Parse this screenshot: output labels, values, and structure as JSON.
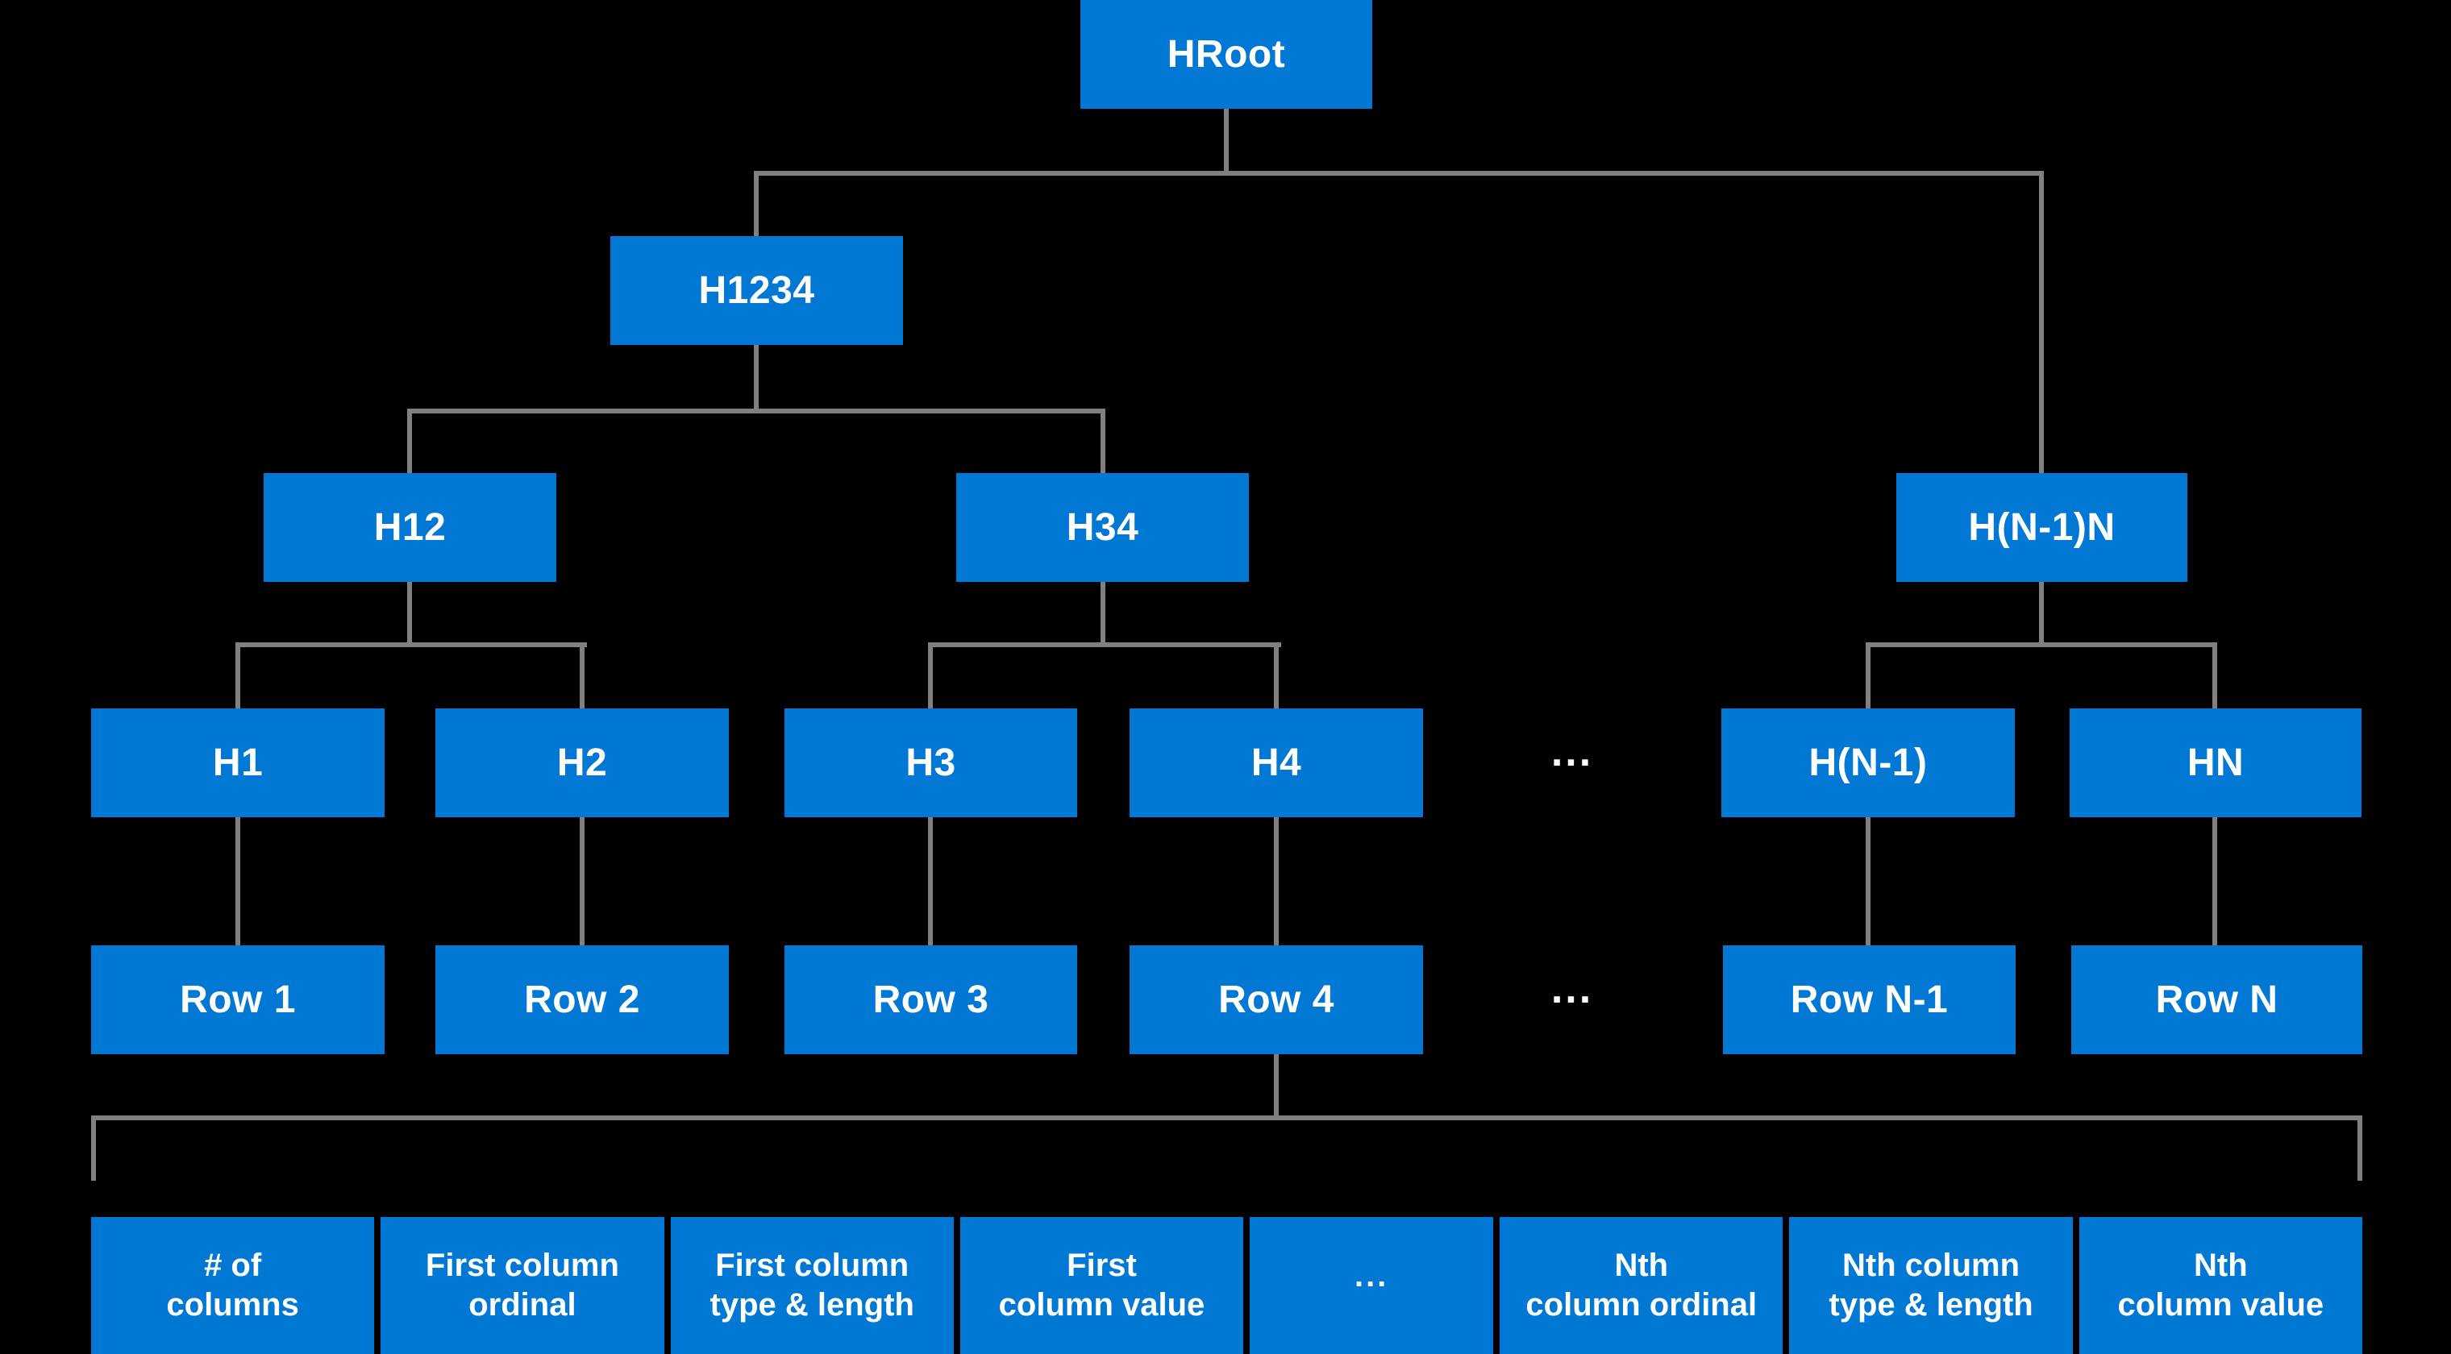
{
  "colors": {
    "background": "#000000",
    "node_fill": "#0078D4",
    "node_text": "#FFFFFF",
    "connector": "#808080"
  },
  "ellipsis": "...",
  "nodes": {
    "hroot": "HRoot",
    "h1234": "H1234",
    "h12": "H12",
    "h34": "H34",
    "hn1n": "H(N-1)N",
    "h1": "H1",
    "h2": "H2",
    "h3": "H3",
    "h4": "H4",
    "hn1": "H(N-1)",
    "hn": "HN",
    "row1": "Row 1",
    "row2": "Row 2",
    "row3": "Row 3",
    "row4": "Row 4",
    "rown1": "Row N-1",
    "rown": "Row N"
  },
  "record_cells": [
    "# of\ncolumns",
    "First column\nordinal",
    "First column\ntype & length",
    "First\ncolumn value",
    "...",
    "Nth\ncolumn ordinal",
    "Nth column\ntype & length",
    "Nth\ncolumn value"
  ]
}
